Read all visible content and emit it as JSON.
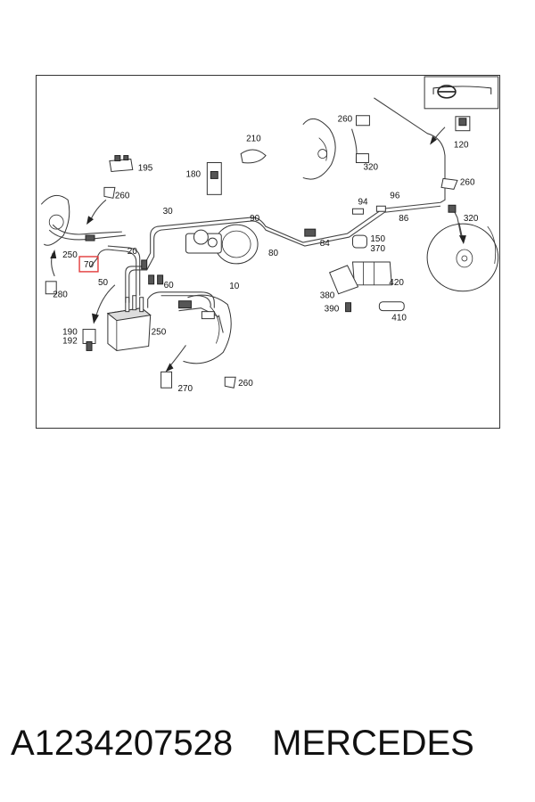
{
  "diagram": {
    "callouts": [
      "260",
      "120",
      "210",
      "320",
      "195",
      "180",
      "260",
      "260",
      "90",
      "30",
      "96",
      "94",
      "86",
      "320",
      "250",
      "20",
      "84",
      "150",
      "370",
      "80",
      "70",
      "50",
      "60",
      "10",
      "420",
      "280",
      "380",
      "390",
      "410",
      "190",
      "192",
      "250",
      "260",
      "270"
    ],
    "highlighted": "70"
  },
  "caption": {
    "part_number": "A1234207528",
    "brand": "MERCEDES"
  },
  "colors": {
    "highlight": "#e23b3b",
    "line": "#444444"
  }
}
